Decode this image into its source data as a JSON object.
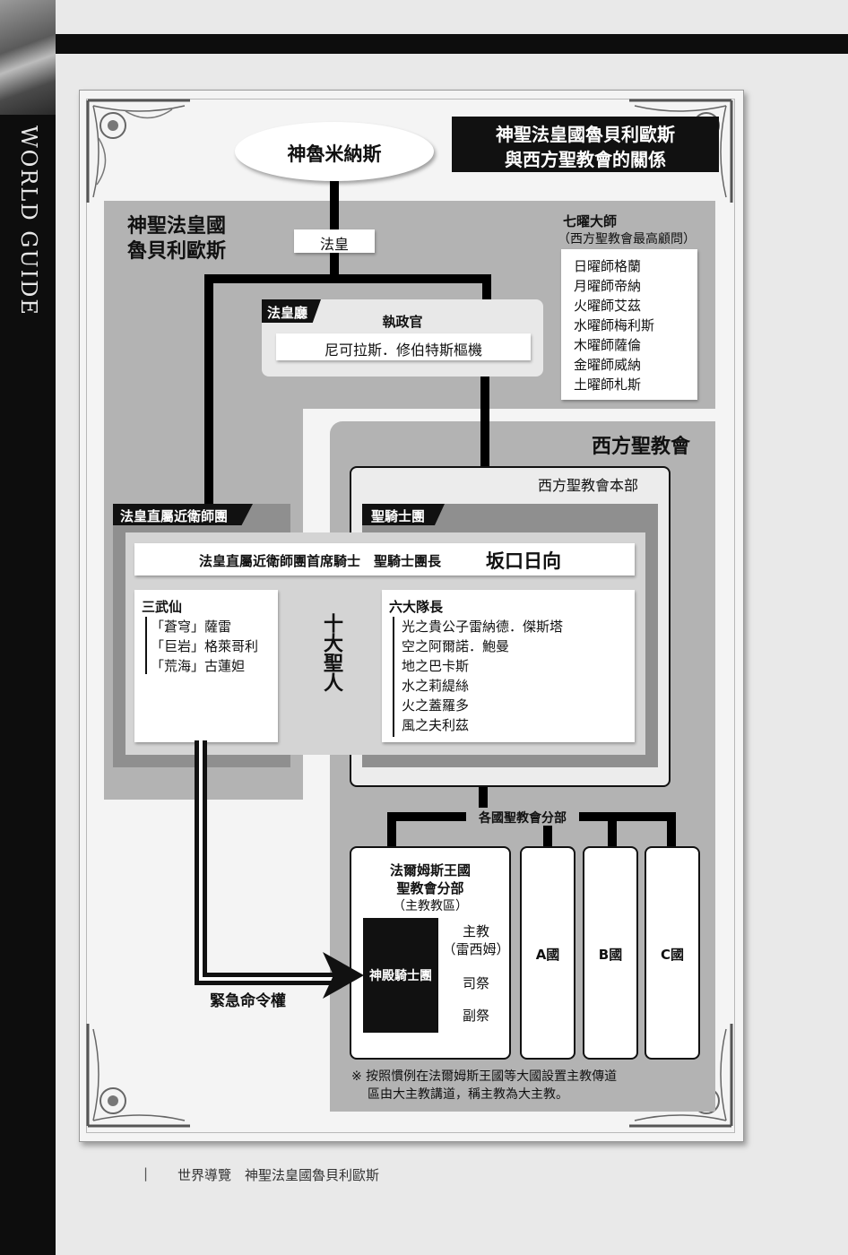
{
  "side": {
    "label": "WORLD GUIDE"
  },
  "footer": {
    "mark": "|",
    "text": "世界導覽　神聖法皇國魯貝利歐斯"
  },
  "diagram": {
    "title_line1": "神聖法皇國魯貝利歐斯",
    "title_line2": "與西方聖教會的關係",
    "top_node": "神魯米納斯",
    "nation_line1": "神聖法皇國",
    "nation_line2": "魯貝利歐斯",
    "pope": "法皇",
    "pope_office": {
      "tab": "法皇廳",
      "role": "執政官",
      "person": "尼可拉斯．修伯特斯樞機"
    },
    "seven_masters": {
      "title": "七曜大師",
      "subtitle": "（西方聖教會最高顧問）",
      "members": [
        "日曜師格蘭",
        "月曜師帝納",
        "火曜師艾茲",
        "水曜師梅利斯",
        "木曜師薩倫",
        "金曜師威納",
        "土曜師札斯"
      ]
    },
    "church": {
      "name": "西方聖教會",
      "hq": "西方聖教會本部"
    },
    "guard": {
      "tab": "法皇直屬近衛師團",
      "group_title": "三武仙",
      "members": [
        "「蒼穹」薩雷",
        "「巨岩」格萊哥利",
        "「荒海」古蓮妲"
      ]
    },
    "knights": {
      "tab": "聖騎士團",
      "group_title": "六大隊長",
      "members": [
        "光之貴公子雷納德．傑斯塔",
        "空之阿爾諾．鮑曼",
        "地之巴卡斯",
        "水之莉緹絲",
        "火之蓋羅多",
        "風之夫利茲"
      ]
    },
    "leader": {
      "prefix": "法皇直屬近衛師團首席騎士　聖騎士團長",
      "name": "坂口日向"
    },
    "ten_saints": "十大聖人",
    "branches_label": "各國聖教會分部",
    "falmuth": {
      "line1": "法爾姆斯王國",
      "line2": "聖教會分部",
      "line3": "（主教教區）",
      "temple": "神殿騎士團",
      "ranks": [
        "主教",
        "（雷西姆）",
        "司祭",
        "副祭"
      ]
    },
    "countries": [
      "A國",
      "B國",
      "C國"
    ],
    "emergency": "緊急命令權",
    "note_line1": "※ 按照慣例在法爾姆斯王國等大國設置主教傳道",
    "note_line2": "區由大主教講道，稱主教為大主教。"
  }
}
